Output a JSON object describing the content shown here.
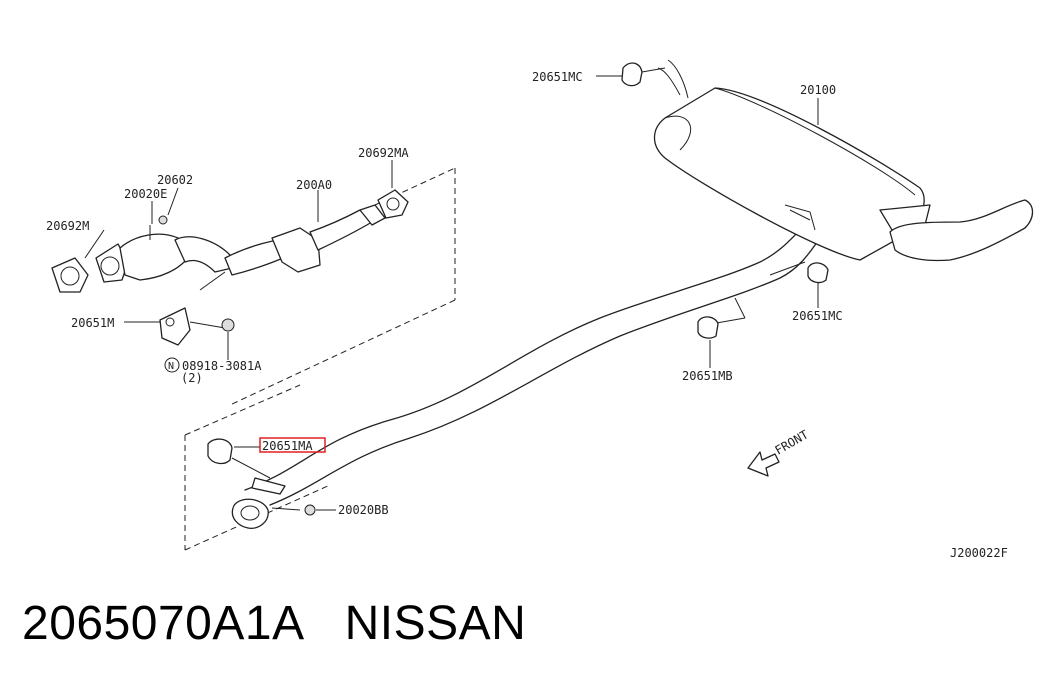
{
  "labels": {
    "rear_hanger_top": "20651MC",
    "rear_muffler": "20100",
    "center_gasket": "20692MA",
    "center_pipe": "200A0",
    "front_stud": "20602",
    "front_stud_2": "20020E",
    "front_gasket": "20692M",
    "front_mount": "20651M",
    "bolt_part": "08918-3081A",
    "bolt_qty": "(2)",
    "bolt_marker": "N",
    "rear_hanger_right": "20651MC",
    "mid_hanger": "20651MB",
    "front_hanger": "20651MA",
    "front_nut": "20020BB",
    "front_arrow": "FRONT",
    "diagram_code": "J200022F"
  },
  "highlight": {
    "target_label": "20651MA",
    "color": "#e02020"
  },
  "caption": {
    "part_number": "2065070A1A",
    "brand": "NISSAN"
  }
}
